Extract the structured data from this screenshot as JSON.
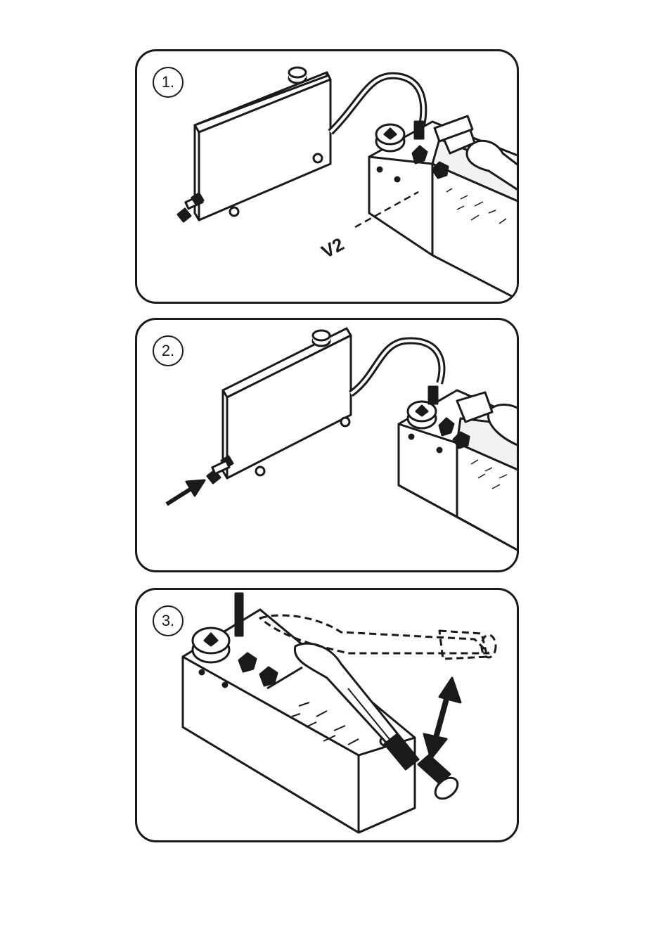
{
  "steps": [
    {
      "label": "1.",
      "callout": "V2"
    },
    {
      "label": "2."
    },
    {
      "label": "3."
    }
  ],
  "colors": {
    "ink": "#1a1a1a",
    "paper": "#ffffff"
  }
}
